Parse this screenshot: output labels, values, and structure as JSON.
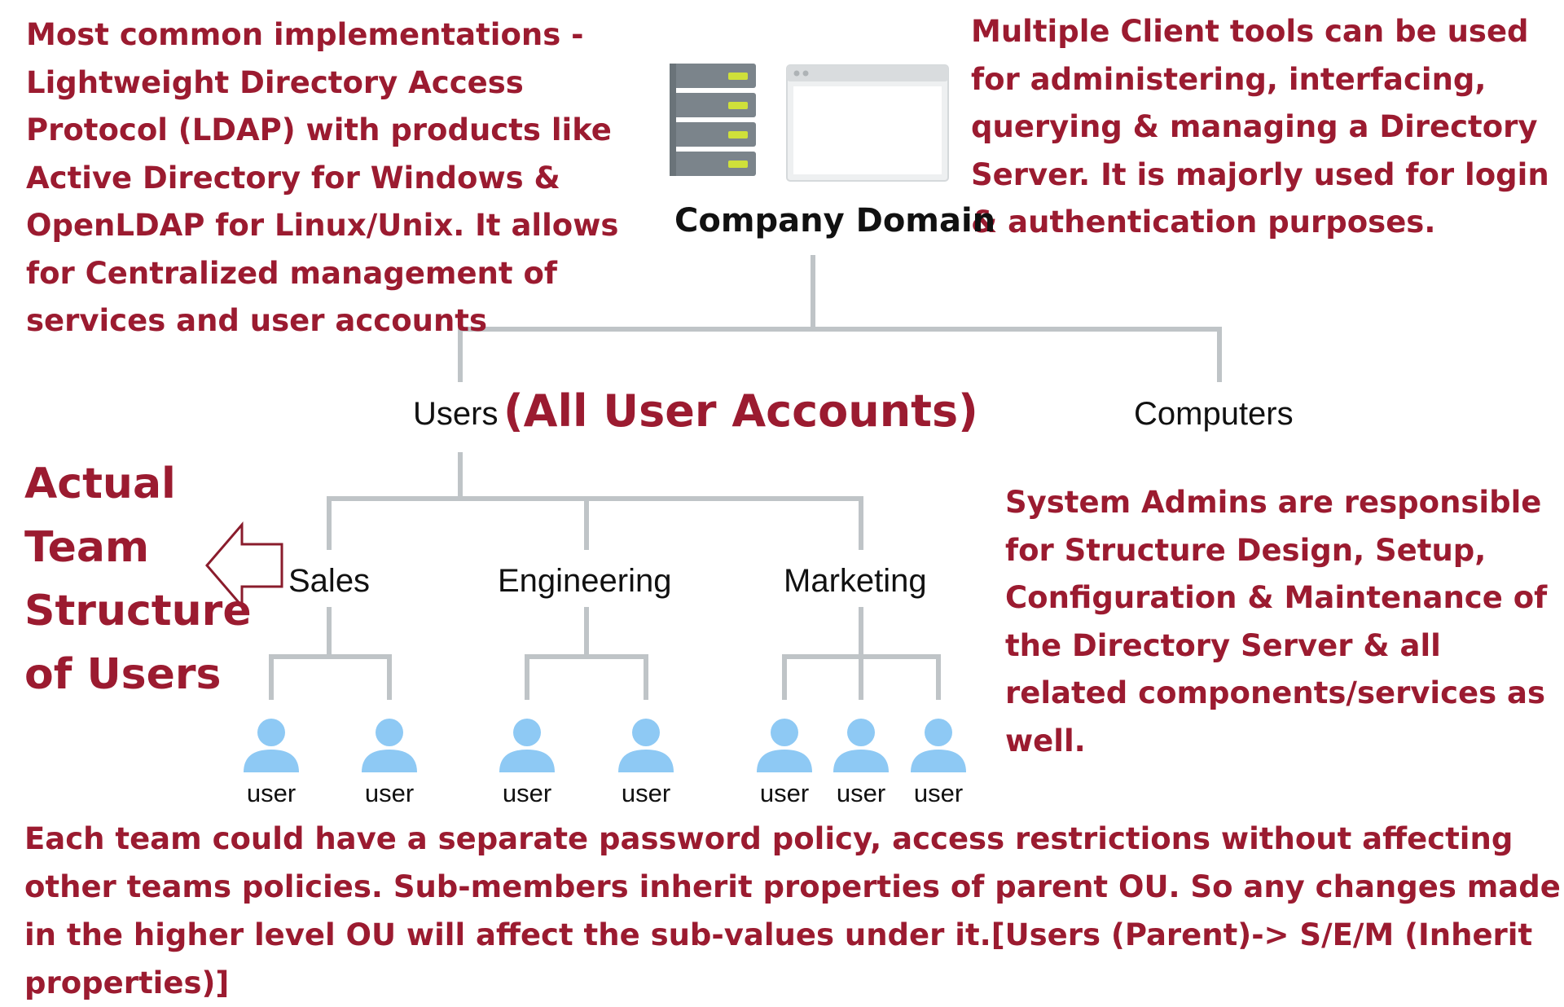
{
  "notes": {
    "top_left": "Most common implementations - Lightweight Directory Access Protocol (LDAP) with products like Active Directory for Windows & OpenLDAP for Linux/Unix. It allows for Centralized management of services and user accounts",
    "top_right": "Multiple Client tools can be used for administering, interfacing, querying & managing a Directory Server. It is majorly used for login & authentication purposes.",
    "right": "System Admins are responsible for Structure Design, Setup, Configuration & Maintenance of the Directory Server & all related components/services as well.",
    "left": "Actual Team Structure of Users",
    "bottom": "Each team could have a separate password policy, access restrictions without affecting other teams policies. Sub-members inherit properties of parent OU. So any changes made in the higher level OU will affect the sub-values under it.[Users (Parent)-> S/E/M (Inherit properties)]",
    "users_annotation": "(All User Accounts)"
  },
  "tree": {
    "root": "Company Domain",
    "users": "Users",
    "computers": "Computers",
    "teams": [
      {
        "name": "Sales",
        "users": [
          "user",
          "user"
        ]
      },
      {
        "name": "Engineering",
        "users": [
          "user",
          "user"
        ]
      },
      {
        "name": "Marketing",
        "users": [
          "user",
          "user",
          "user"
        ]
      }
    ]
  },
  "colors": {
    "annotation_text": "#9b1b30",
    "tree_lines": "#bfc4c7",
    "user_icon": "#8ec9f4",
    "server_body": "#7b848b",
    "server_led": "#cfe03a"
  },
  "icons": [
    "server-icon",
    "browser-window-icon",
    "user-icon",
    "left-arrow-icon"
  ]
}
